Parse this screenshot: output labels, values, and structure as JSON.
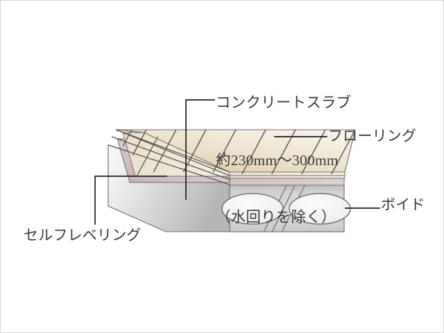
{
  "diagram": {
    "type": "architectural-floor-cross-section",
    "title_visible": false,
    "background_color": "#ffffff",
    "border_color": "#d5d5d5",
    "labels": {
      "concrete_slab": {
        "line1": "コンクリートスラブ",
        "line2": "約230mm〜300mm",
        "line3": "（水回りを除く）",
        "romaji": "concrete slab approx 230mm - 300mm (excluding wet areas)"
      },
      "flooring": {
        "text": "フローリング",
        "romaji": "flooring"
      },
      "void": {
        "text": "ボイド",
        "romaji": "void"
      },
      "self_leveling": {
        "text": "セルフレベリング",
        "romaji": "self leveling"
      }
    },
    "measurements": {
      "slab_thickness_min_mm": 230,
      "slab_thickness_max_mm": 300,
      "slab_thickness_text": "約230mm〜300mm",
      "exclusion_note": "（水回りを除く）"
    },
    "layers": [
      {
        "name": "flooring",
        "color_light": "#f6efe2",
        "color_dark": "#d8c49c",
        "order": 1
      },
      {
        "name": "underlay",
        "color_light": "#efe6d6",
        "color_dark": "#cdbfa6",
        "order": 2
      },
      {
        "name": "self-leveling",
        "color_light": "#e0d2d4",
        "color_dark": "#c9b2b8",
        "order": 3
      },
      {
        "name": "concrete-slab",
        "color_light": "#e8e8e8",
        "color_dark": "#a8a8a8",
        "order": 4
      }
    ],
    "voids": {
      "count": 2,
      "shape": "ellipse",
      "fill": "#f2f2f2",
      "stroke": "#6d6d6d"
    },
    "stroke_color": "#55504a",
    "text_color": "#3a3a3a"
  }
}
